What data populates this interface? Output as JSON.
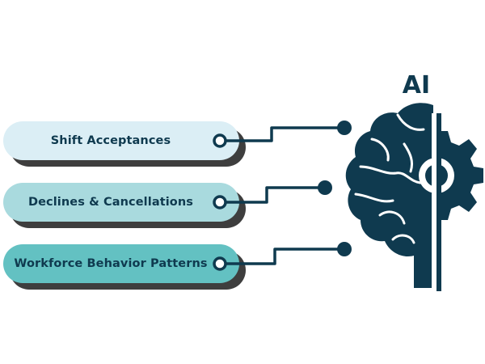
{
  "title": "AI",
  "inputs": [
    {
      "label": "Shift Acceptances"
    },
    {
      "label": "Declines & Cancellations"
    },
    {
      "label": "Workforce Behavior Patterns"
    }
  ],
  "icons": {
    "brain": "brain-gear-icon",
    "connector": "circuit-connector"
  },
  "colors": {
    "navy": "#0f3a4f",
    "pill_light": "#dbeef5",
    "pill_mid": "#a9dade",
    "pill_dark": "#63c1c2",
    "shadow": "#3e3e3e"
  }
}
